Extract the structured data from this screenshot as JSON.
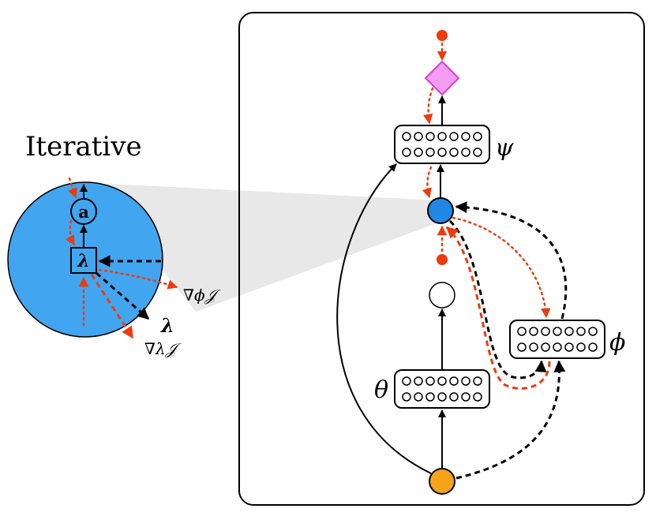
{
  "left_panel": {
    "title": "Iterative",
    "node_a": "a",
    "node_lambda": "λ",
    "grad_phi_label": "∇ϕ𝒥",
    "lambda_label": "λ",
    "grad_lambda_label": "∇λ𝒥"
  },
  "right_panel": {
    "psi_label": "ψ",
    "theta_label": "θ",
    "phi_label": "ϕ"
  },
  "colors": {
    "blue_fill": "#42a5ef",
    "bright_blue": "#1f88e5",
    "orange": "#f5a31a",
    "red": "#ee3a0c",
    "pink": "#f59df2",
    "magenta_stroke": "#d33fd0",
    "grey_zoom": "#e8e8e8"
  }
}
